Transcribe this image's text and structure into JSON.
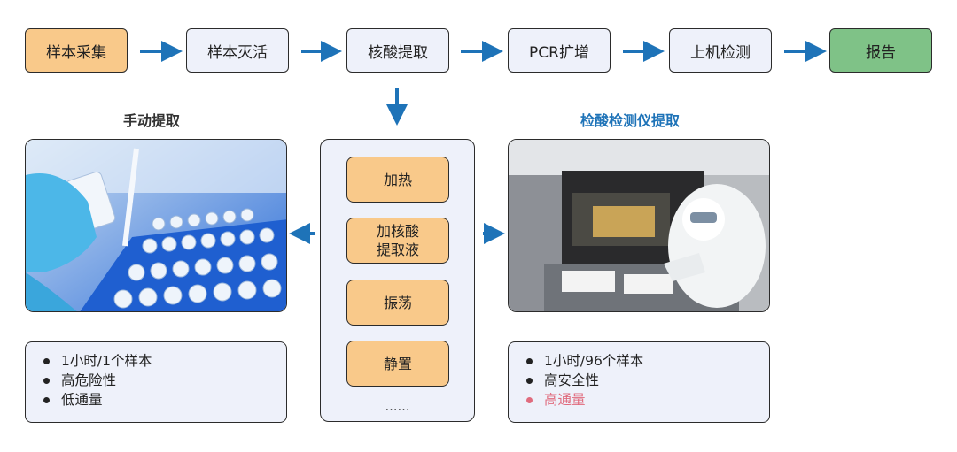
{
  "flow": {
    "steps": [
      "样本采集",
      "样本灭活",
      "核酸提取",
      "PCR扩增",
      "上机检测",
      "报告"
    ]
  },
  "manual": {
    "title": "手动提取",
    "photo": "hands-pipetting-tubes",
    "points": [
      "1小时/1个样本",
      "高危险性",
      "低通量"
    ]
  },
  "machine": {
    "title": "检酸检测仪提取",
    "photo": "lab-worker-extraction-instrument",
    "points": [
      "1小时/96个样本",
      "高安全性",
      "高通量"
    ],
    "highlight_color": "#e06b7d"
  },
  "middle": {
    "steps": [
      "加热",
      "加核酸\n提取液",
      "振荡",
      "静置"
    ],
    "ellipsis": "……"
  },
  "colors": {
    "arrow": "#1e73b8",
    "orange": "#f9c98a",
    "green": "#7fc287",
    "box": "#eef1fa"
  }
}
